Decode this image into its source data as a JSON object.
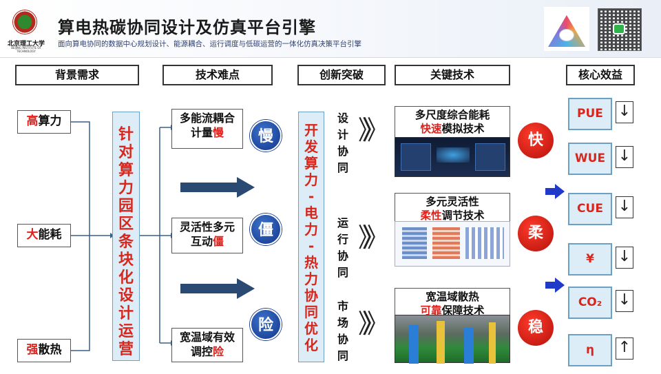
{
  "header": {
    "logo_cn": "北京理工大学",
    "logo_en": "BEIJING INSTITUTE OF TECHNOLOGY",
    "title": "算电热碳协同设计及仿真平台引擎",
    "subtitle": "面向算电协同的数据中心规划设计、能源耦合、运行调度与低碳运营的一体化仿真决策平台引擎"
  },
  "columns": [
    "背景需求",
    "技术难点",
    "创新突破",
    "关键技术",
    "核心效益"
  ],
  "background": [
    {
      "highlight": "高",
      "rest": "算力"
    },
    {
      "highlight": "大",
      "rest": "能耗"
    },
    {
      "highlight": "强",
      "rest": "散热"
    }
  ],
  "background_summary": [
    "针",
    "对",
    "算",
    "力",
    "园",
    "区",
    "条",
    "块",
    "化",
    "设",
    "计",
    "运",
    "营"
  ],
  "difficulties": [
    {
      "line1": "多能流耦合",
      "line2_plain": "计量",
      "line2_red": "慢",
      "badge": "慢"
    },
    {
      "line1": "灵活性多元",
      "line2_plain": "互动",
      "line2_red": "僵",
      "badge": "僵"
    },
    {
      "line1": "宽温域有效",
      "line2_plain": "调控",
      "line2_red": "险",
      "badge": "险"
    }
  ],
  "innovation": [
    "开",
    "发",
    "算",
    "力",
    "-",
    "电",
    "力",
    "-",
    "热",
    "力",
    "协",
    "同",
    "优",
    "化"
  ],
  "collaborations": [
    [
      "设",
      "计",
      "协",
      "同"
    ],
    [
      "运",
      "行",
      "协",
      "同"
    ],
    [
      "市",
      "场",
      "协",
      "同"
    ]
  ],
  "chevrons": "》》",
  "technologies": [
    {
      "line1": "多尺度综合能耗",
      "line2_red": "快速",
      "line2_plain": "模拟技术",
      "badge": "快"
    },
    {
      "line1": "多元灵活性",
      "line2_red": "柔性",
      "line2_plain": "调节技术",
      "badge": "柔"
    },
    {
      "line1": "宽温域散热",
      "line2_red": "可靠",
      "line2_plain": "保障技术",
      "badge": "稳"
    }
  ],
  "benefits": [
    {
      "label": "PUE",
      "trend": "↓"
    },
    {
      "label": "WUE",
      "trend": "↓"
    },
    {
      "label": "CUE",
      "trend": "↓"
    },
    {
      "label": "¥",
      "trend": "↓"
    },
    {
      "label": "CO₂",
      "trend": "↓"
    },
    {
      "label": "η",
      "trend": "↑"
    }
  ],
  "colors": {
    "accent_red": "#e0201b",
    "panel_blue": "#dcedf7",
    "arrow_dark": "#2a4a73",
    "arrow_blue": "#1f39c9"
  }
}
